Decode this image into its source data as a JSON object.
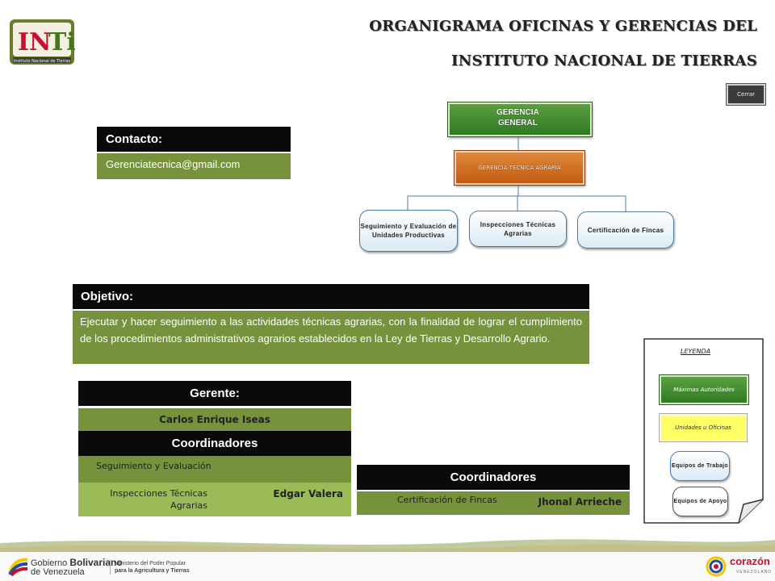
{
  "header": {
    "logo_text": "INTi",
    "logo_subtext": "Instituto Nacional de Tierras",
    "title_line1": "ORGANIGRAMA OFICINAS Y GERENCIAS DEL",
    "title_line2": "INSTITUTO NACIONAL DE TIERRAS",
    "close_label": "Cerrar"
  },
  "org_chart": {
    "top": "GERENCIA GENERAL",
    "top_line1": "GERENCIA",
    "top_line2": "GENERAL",
    "middle": "GERENCIA TÉCNICA AGRARIA",
    "children": [
      "Seguimiento y Evaluación de Unidades Productivas",
      "Inspecciones Técnicas Agrarias",
      "Certificación de Fincas"
    ]
  },
  "contact": {
    "header": "Contacto:",
    "email": "Gerenciatecnica@gmail.com"
  },
  "objective": {
    "header": "Objetivo:",
    "text": "Ejecutar y hacer seguimiento a las actividades técnicas agrarias, con la finalidad de lograr el cumplimiento de los procedimientos administrativos agrarios establecidos en la Ley de Tierras y Desarrollo Agrario."
  },
  "manager": {
    "header": "Gerente:",
    "name": "Carlos Enrique Iseas"
  },
  "coordinators_left": {
    "header": "Coordinadores",
    "row1_label": "Seguimiento y Evaluación",
    "row2_label": "Inspecciones Técnicas Agrarias",
    "row2_name": "Edgar Valera"
  },
  "coordinators_right": {
    "header": "Coordinadores",
    "row_label": "Certificación de Fincas",
    "row_name": "Jhonal Arrieche"
  },
  "legend": {
    "title": "LEYENDA",
    "max_authorities": "Máximas Autoridades",
    "units": "Unidades u Oficinas",
    "work_teams": "Equipos de Trabajo",
    "support_teams": "Equipos de Apoyo"
  },
  "footer": {
    "gov_line1": "Gobierno",
    "gov_line1b": "Bolivariano",
    "gov_line2": "de Venezuela",
    "ministry_line1": "Ministerio del Poder Popular",
    "ministry_line2": "para la Agricultura y Tierras",
    "brand": "corazón",
    "brand_sub": "VENEZOLANO"
  },
  "colors": {
    "dark_green": "#76923c",
    "light_green": "#9bbb59",
    "header_black": "#0a0a0a",
    "orange": "#c25a12",
    "accent_red": "#c8102e"
  }
}
